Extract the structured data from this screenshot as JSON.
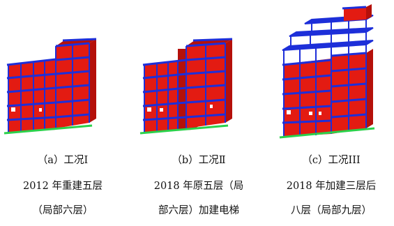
{
  "panels": [
    {
      "label": "（a）工况I",
      "line1": "2012 年重建五层",
      "line2": "（局部六层）"
    },
    {
      "label": "（b）工况Ⅱ",
      "line1": "2018 年原五层（局",
      "line2": "部六层）加建电梯"
    },
    {
      "label": "（c）工况III",
      "line1": "2018 年加建三层后",
      "line2": "八层（局部九层）"
    }
  ],
  "colors": {
    "wall": "#e31b12",
    "wall_dark": "#b5100a",
    "beam": "#1d2fd9",
    "base": "#2bd14b",
    "opening": "#ffffff"
  }
}
